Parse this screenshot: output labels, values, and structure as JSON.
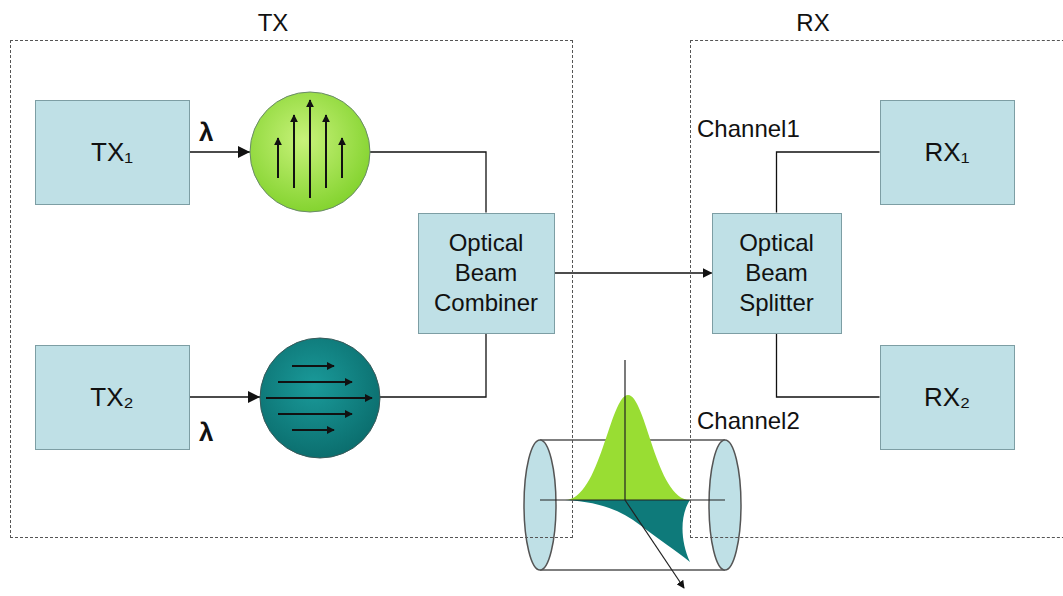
{
  "diagram": {
    "nodes": [
      {
        "text": [
          "TX"
        ]
      },
      {
        "text": [
          "TX₁"
        ],
        "in": 0
      },
      {
        "text": [
          "TX₂"
        ],
        "in": 0
      },
      {
        "text": [
          "Optical Beam Combiner"
        ],
        "in": 0
      },
      {
        "text": [
          "RX"
        ]
      },
      {
        "text": [
          "Optical Beam Splitter"
        ],
        "in": 4
      },
      {
        "text": [
          "RX₁"
        ],
        "in": 4
      },
      {
        "text": [
          "RX₂"
        ],
        "in": 4
      }
    ],
    "edges": [
      {
        "from": 1,
        "to": 3,
        "arrow": "to"
      },
      {
        "from": 2,
        "to": 3,
        "arrow": "to"
      },
      {
        "from": 3,
        "to": 5,
        "arrow": "to"
      },
      {
        "from": 5,
        "to": 6,
        "arrow": "none"
      },
      {
        "from": 5,
        "to": 7,
        "arrow": "none"
      }
    ],
    "labels": [
      "λ",
      "λ",
      "Channel1",
      "Channel2"
    ]
  }
}
